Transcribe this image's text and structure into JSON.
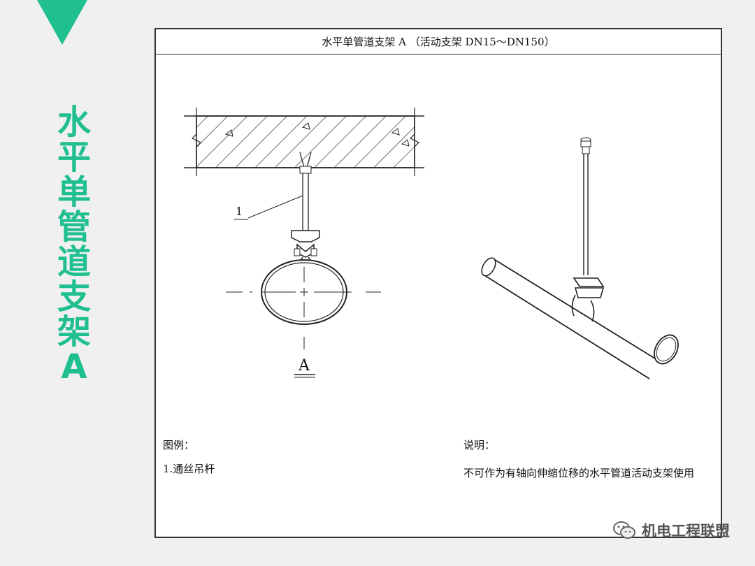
{
  "side_title": "水平单管道支架A",
  "sheet": {
    "title": "水平单管道支架 A （活动支架 DN15～DN150）",
    "part_label": "1",
    "section_label": "A",
    "legend_heading": "图例：",
    "legend_items": [
      "1.通丝吊杆"
    ],
    "notes_heading": "说明：",
    "notes_text": "不可作为有轴向伸缩位移的水平管道活动支架使用"
  },
  "watermark": "机电工程联盟",
  "colors": {
    "accent": "#1fbf8f",
    "line": "#222222"
  }
}
